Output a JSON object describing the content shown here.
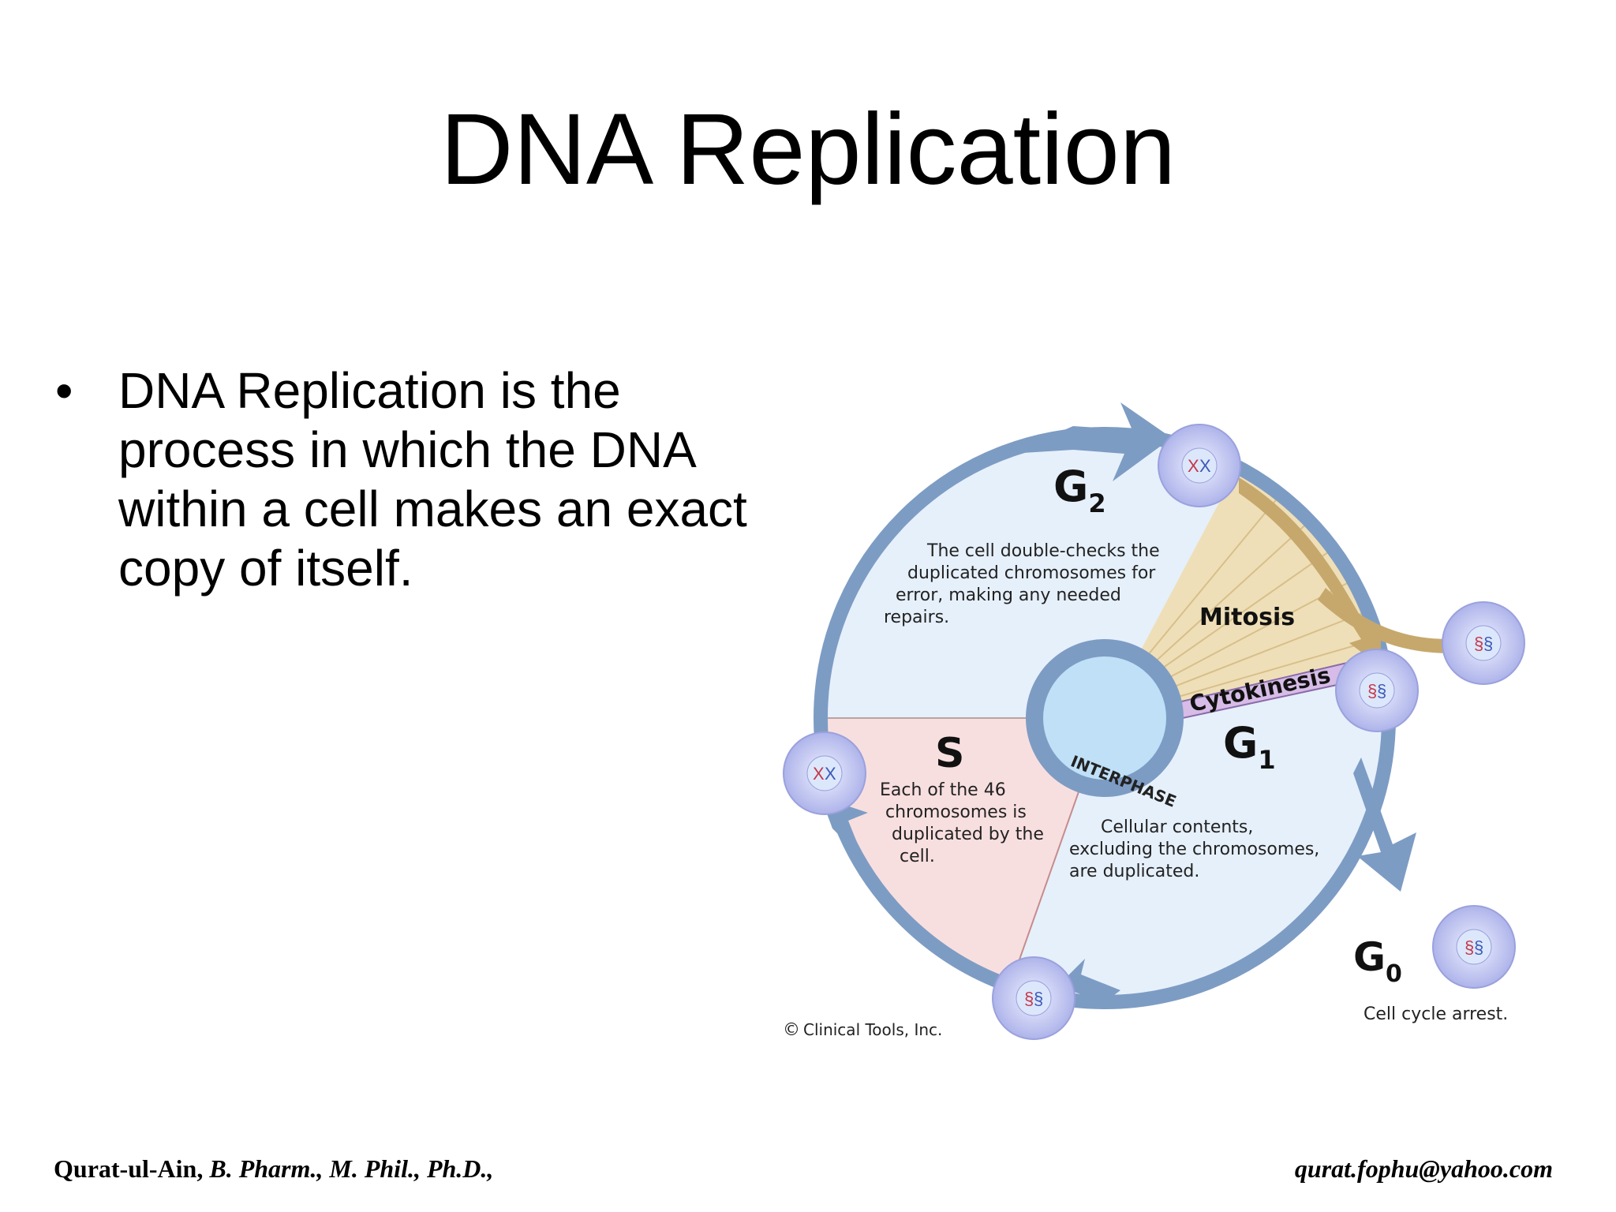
{
  "slide": {
    "title": "DNA Replication",
    "bullet_symbol": "•",
    "bullet_text": "DNA Replication is the process in which the DNA within a cell makes an exact copy of itself."
  },
  "diagram": {
    "g2": {
      "label": "G",
      "sub": "2",
      "desc": [
        "The cell double-checks the",
        "duplicated chromosomes for",
        "error, making any needed",
        "repairs."
      ]
    },
    "s": {
      "label": "S",
      "desc": [
        "Each of the 46",
        "chromosomes is",
        "duplicated by the",
        "cell."
      ]
    },
    "g1": {
      "label": "G",
      "sub": "1",
      "desc": [
        "Cellular contents,",
        "excluding the chromosomes,",
        "are duplicated."
      ]
    },
    "g0": {
      "label": "G",
      "sub": "0",
      "desc": "Cell cycle arrest."
    },
    "mitosis": "Mitosis",
    "cytokinesis": "Cytokinesis",
    "interphase": "INTERPHASE",
    "credit": "Clinical Tools, Inc.",
    "credit_symbol": "©",
    "colors": {
      "ring": "#7d9cc4",
      "g_region": "#e6f0fb",
      "s_region": "#f8dfdf",
      "mitosis": "#efdfb8",
      "mitosis_arrow": "#c6a86c",
      "cytokinesis": "#c9a7dc",
      "cell": "#c9cdf0",
      "center": "#bfe0f7"
    }
  },
  "footer": {
    "name": "Qurat-ul-Ain,",
    "degrees": "B. Pharm., M. Phil., Ph.D.,",
    "email": "qurat.fophu@yahoo.com"
  }
}
